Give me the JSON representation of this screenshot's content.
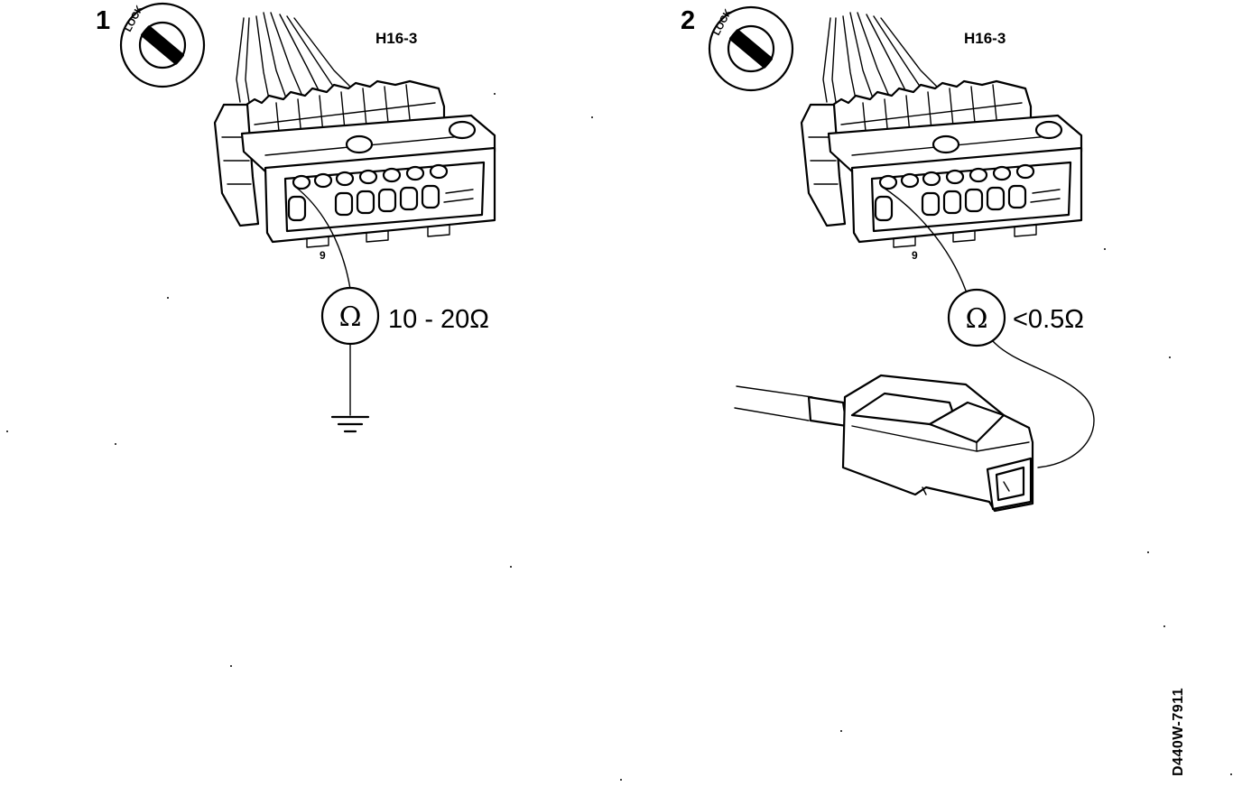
{
  "panels": [
    {
      "step": "1",
      "lock_text": "LOCK",
      "connector_label": "H16-3",
      "pin_label": "9",
      "meter_symbol": "Ω",
      "reading": "10 - 20Ω",
      "probe_target": "ground-symbol"
    },
    {
      "step": "2",
      "lock_text": "LOCK",
      "connector_label": "H16-3",
      "pin_label": "9",
      "meter_symbol": "Ω",
      "reading": "<0.5Ω",
      "probe_target": "component-plug"
    }
  ],
  "figure_code": "D440W-7911",
  "icons": [
    "ignition-lock-icon",
    "ohmmeter-icon",
    "ground-icon",
    "connector-icon",
    "plug-icon"
  ],
  "colors": {
    "ink": "#000000",
    "paper": "#ffffff"
  }
}
